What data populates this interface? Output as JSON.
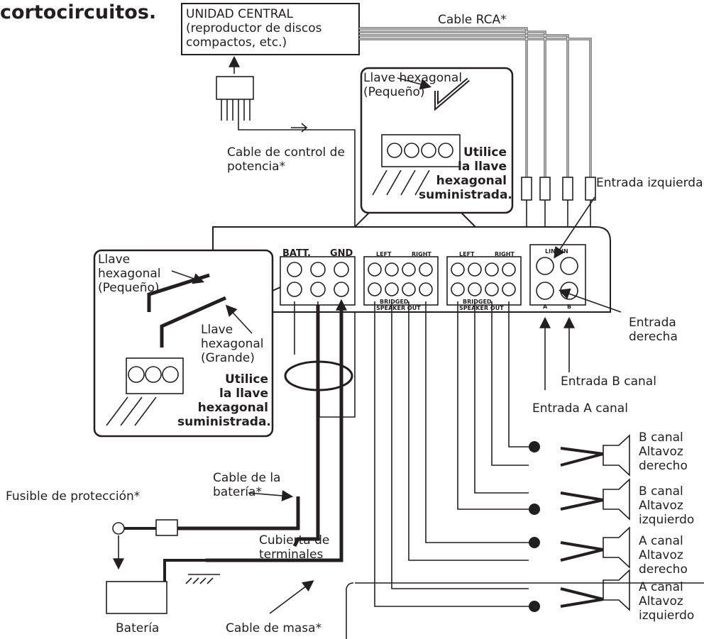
{
  "heading": "cortocircuitos.",
  "labels": {
    "head_unit": "UNIDAD CENTRAL\n(reproductor de discos\ncompactos, etc.)",
    "rca_cable": "Cable RCA*",
    "power_control_cable": "Cable de control de\npotencia*",
    "hex_small_top": "Llave hexagonal\n(Pequeño)",
    "use_hex_top": "Utilice\nla llave\nhexagonal\nsuministrada.",
    "left_input": "Entrada izquierda",
    "right_input": "Entrada\nderecha",
    "input_b_channel": "Entrada B canal",
    "input_a_channel": "Entrada A canal",
    "hex_small_left": "Llave\nhexagonal\n(Pequeño)",
    "hex_large": "Llave\nhexagonal\n(Grande)",
    "use_hex_left": "Utilice\nla llave\nhexagonal\nsuministrada.",
    "battery_cable": "Cable de la\nbatería*",
    "fuse": "Fusible de protección*",
    "terminal_cover": "Cubierta de\nterminales",
    "battery": "Batería",
    "ground_cable": "Cable de masa*",
    "spk_b_right": "B canal\nAltavoz\nderecho",
    "spk_b_left": "B canal\nAltavoz\nizquierdo",
    "spk_a_right": "A canal\nAltavoz\nderecho",
    "spk_a_left": "A canal\nAltavoz\nizquierdo"
  },
  "amp_panel": {
    "batt": "BATT.",
    "gnd": "GND",
    "left": "LEFT",
    "right": "RIGHT",
    "bridged": "BRIDGED",
    "speaker_out": "SPEAKER OUT",
    "line_in": "LINE IN",
    "ch_a": "A",
    "ch_b": "B"
  },
  "colors": {
    "ink": "#231f20",
    "background": "#ffffff"
  }
}
